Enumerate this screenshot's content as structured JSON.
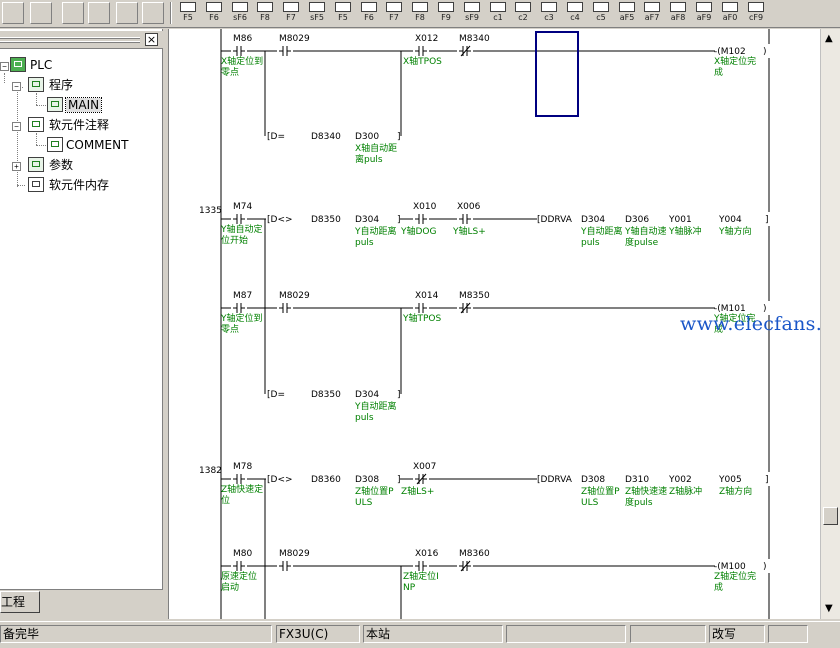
{
  "toolbar": {
    "buttons": [
      {
        "label": "F5",
        "icon": "contact-no-icon"
      },
      {
        "label": "F6",
        "icon": "contact-nc-icon"
      },
      {
        "label": "sF6",
        "icon": "parallel-no-icon"
      },
      {
        "label": "F8",
        "icon": "coil-out-icon"
      },
      {
        "label": "F7",
        "icon": "coil-icon"
      },
      {
        "label": "sF5",
        "icon": "parallel-nc-icon"
      },
      {
        "label": "F5",
        "icon": "contact-icon"
      },
      {
        "label": "F6",
        "icon": "contact-icon"
      },
      {
        "label": "F7",
        "icon": "coil-icon"
      },
      {
        "label": "F8",
        "icon": "instruction-icon"
      },
      {
        "label": "F9",
        "icon": "hline-icon"
      },
      {
        "label": "sF9",
        "icon": "vline-icon"
      },
      {
        "label": "c1",
        "icon": "rising-pulse-icon"
      },
      {
        "label": "c2",
        "icon": "falling-pulse-icon"
      },
      {
        "label": "c3",
        "icon": "pulse-contact-icon"
      },
      {
        "label": "c4",
        "icon": "pulse-nc-icon"
      },
      {
        "label": "c5",
        "icon": "invert-icon"
      },
      {
        "label": "aF5",
        "icon": "up-edge-icon"
      },
      {
        "label": "aF7",
        "icon": "down-edge-icon"
      },
      {
        "label": "aF8",
        "icon": "edge-parallel-icon"
      },
      {
        "label": "aF9",
        "icon": "edge-parallel-icon"
      },
      {
        "label": "aF0",
        "icon": "delete-line-icon"
      },
      {
        "label": "cF9",
        "icon": "delete-icon"
      }
    ]
  },
  "tree": {
    "close_label": "×",
    "root": "PLC",
    "program": "程序",
    "main": "MAIN",
    "comment_group": "软元件注释",
    "comment": "COMMENT",
    "params": "参数",
    "memory": "软元件内存",
    "tab_label": "工程"
  },
  "ladder": {
    "rungs": [
      {
        "step": "",
        "contacts": [
          {
            "dev": "M86",
            "cmt": [
              "X轴定位到",
              "零点"
            ]
          },
          {
            "dev": "M8029",
            "cmt": []
          },
          {
            "dev": "X012",
            "cmt": [
              "X轴TPOS"
            ]
          },
          {
            "dev": "M8340",
            "cmt": [],
            "nc": true
          }
        ],
        "coil": {
          "dev": "M102",
          "cmt": [
            "X轴定位完",
            "成"
          ]
        },
        "branch": {
          "op": "[D=",
          "a": "D8340",
          "b": "D300",
          "bcmt": [
            "X轴自动距",
            "离puls"
          ]
        }
      },
      {
        "step": "1335",
        "contacts": [
          {
            "dev": "M74",
            "cmt": [
              "Y轴自动定",
              "位开始"
            ]
          },
          {
            "dev": "X010",
            "cmt": [
              "Y轴DOG"
            ]
          },
          {
            "dev": "X006",
            "cmt": [
              "Y轴LS+"
            ]
          }
        ],
        "compare": {
          "op": "[D<>",
          "a": "D8350",
          "b": "D304",
          "bcmt": [
            "Y自动距离",
            "puls"
          ]
        },
        "instr": {
          "op": "[DDRVA",
          "args": [
            {
              "dev": "D304",
              "cmt": [
                "Y自动距离",
                "puls"
              ]
            },
            {
              "dev": "D306",
              "cmt": [
                "Y轴自动速",
                "度pulse"
              ]
            },
            {
              "dev": "Y001",
              "cmt": [
                "Y轴脉冲"
              ]
            },
            {
              "dev": "Y004",
              "cmt": [
                "Y轴方向"
              ]
            }
          ]
        }
      },
      {
        "step": "",
        "contacts": [
          {
            "dev": "M87",
            "cmt": [
              "Y轴定位到",
              "零点"
            ]
          },
          {
            "dev": "M8029",
            "cmt": []
          },
          {
            "dev": "X014",
            "cmt": [
              "Y轴TPOS"
            ]
          },
          {
            "dev": "M8350",
            "cmt": [],
            "nc": true
          }
        ],
        "coil": {
          "dev": "M101",
          "cmt": [
            "Y轴定位完",
            "成"
          ]
        },
        "branch": {
          "op": "[D=",
          "a": "D8350",
          "b": "D304",
          "bcmt": [
            "Y自动距离",
            "puls"
          ]
        }
      },
      {
        "step": "1382",
        "contacts": [
          {
            "dev": "M78",
            "cmt": [
              "Z轴快速定",
              "位"
            ]
          },
          {
            "dev": "X007",
            "cmt": [
              "Z轴LS+"
            ],
            "nc": true
          }
        ],
        "compare": {
          "op": "[D<>",
          "a": "D8360",
          "b": "D308",
          "bcmt": [
            "Z轴位置P",
            "ULS"
          ]
        },
        "instr": {
          "op": "[DDRVA",
          "args": [
            {
              "dev": "D308",
              "cmt": [
                "Z轴位置P",
                "ULS"
              ]
            },
            {
              "dev": "D310",
              "cmt": [
                "Z轴快速速",
                "度puls"
              ]
            },
            {
              "dev": "Y002",
              "cmt": [
                "Z轴脉冲"
              ]
            },
            {
              "dev": "Y005",
              "cmt": [
                "Z轴方向"
              ]
            }
          ]
        }
      },
      {
        "step": "",
        "contacts": [
          {
            "dev": "M80",
            "cmt": [
              "原速定位",
              "启动"
            ]
          },
          {
            "dev": "M8029",
            "cmt": []
          },
          {
            "dev": "X016",
            "cmt": [
              "Z轴定位I",
              "NP"
            ]
          },
          {
            "dev": "M8360",
            "cmt": [],
            "nc": true
          }
        ],
        "coil": {
          "dev": "M100",
          "cmt": [
            "Z轴定位完",
            "成"
          ]
        }
      }
    ]
  },
  "watermark": "www.elecfans.com",
  "status": {
    "ready": "备完毕",
    "cpu": "FX3U(C)",
    "station": "本站",
    "mode": "改写"
  },
  "colors": {
    "comment": "#008000",
    "cursor": "#000080",
    "watermark": "#1a56c8"
  }
}
